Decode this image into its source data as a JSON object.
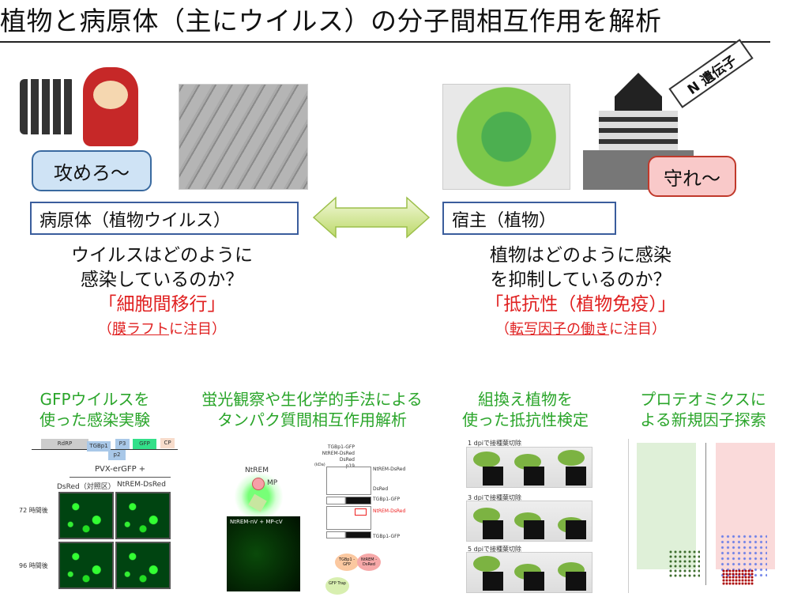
{
  "title": "植物と病原体（主にウイルス）の分子間相互作用を解析",
  "top": {
    "attack_bubble": "攻めろ～",
    "defend_bubble": "守れ～",
    "castle_banner": "N 遺伝子",
    "pathogen_box": "病原体（植物ウイルス）",
    "host_box": "宿主（植物）",
    "pathogen_q1": "ウイルスはどのように",
    "pathogen_q2": "感染しているのか？",
    "pathogen_key": "「細胞間移行」",
    "pathogen_note_pre": "（",
    "pathogen_note_ul": "膜ラフト",
    "pathogen_note_post": "に注目）",
    "host_q1": "植物はどのように感染",
    "host_q2": "を抑制しているのか？",
    "host_key": "「抵抗性（植物免疫）」",
    "host_note_pre": "（",
    "host_note_ul": "転写因子の働き",
    "host_note_post": "に注目）"
  },
  "bottom": {
    "col1": {
      "h1": "GFPウイルスを",
      "h2": "使った感染実験",
      "genes": [
        "RdRP",
        "TGBp1",
        "P3",
        "GFP",
        "CP",
        "p2"
      ],
      "construct": "PVX-erGFP +",
      "col_a": "DsRed（対照区）",
      "col_b": "NtREM-DsRed",
      "row_a": "72 時間後",
      "row_b": "96 時間後"
    },
    "col2": {
      "h1": "蛍光観察や生化学的手法による",
      "h2": "タンパク質間相互作用解析",
      "ntrem": "NtREM",
      "mp": "MP",
      "bifc": "NtREM-nV + MP-cV",
      "blot_rows": [
        "TGBp1-GFP",
        "NtREM-DsRed",
        "DsRed",
        "p19"
      ],
      "kda": "(kDa)",
      "blot_labels": [
        "NtREM-DsRed",
        "DsRed",
        "TGBp1-GFP",
        "NtREM-DsRed",
        "TGBp1-GFP"
      ],
      "trap1": "TGBp1 -GFP",
      "trap2": "NtREM -DsRed",
      "trap3": "GFP Trap"
    },
    "col3": {
      "h1": "組換え植物を",
      "h2": "使った抵抗性検定",
      "rows": [
        "1 dpiで接種葉切除",
        "3 dpiで接種葉切除",
        "5 dpiで接種葉切除"
      ]
    },
    "col4": {
      "h1": "プロテオミクスに",
      "h2": "よる新規因子探索"
    }
  }
}
